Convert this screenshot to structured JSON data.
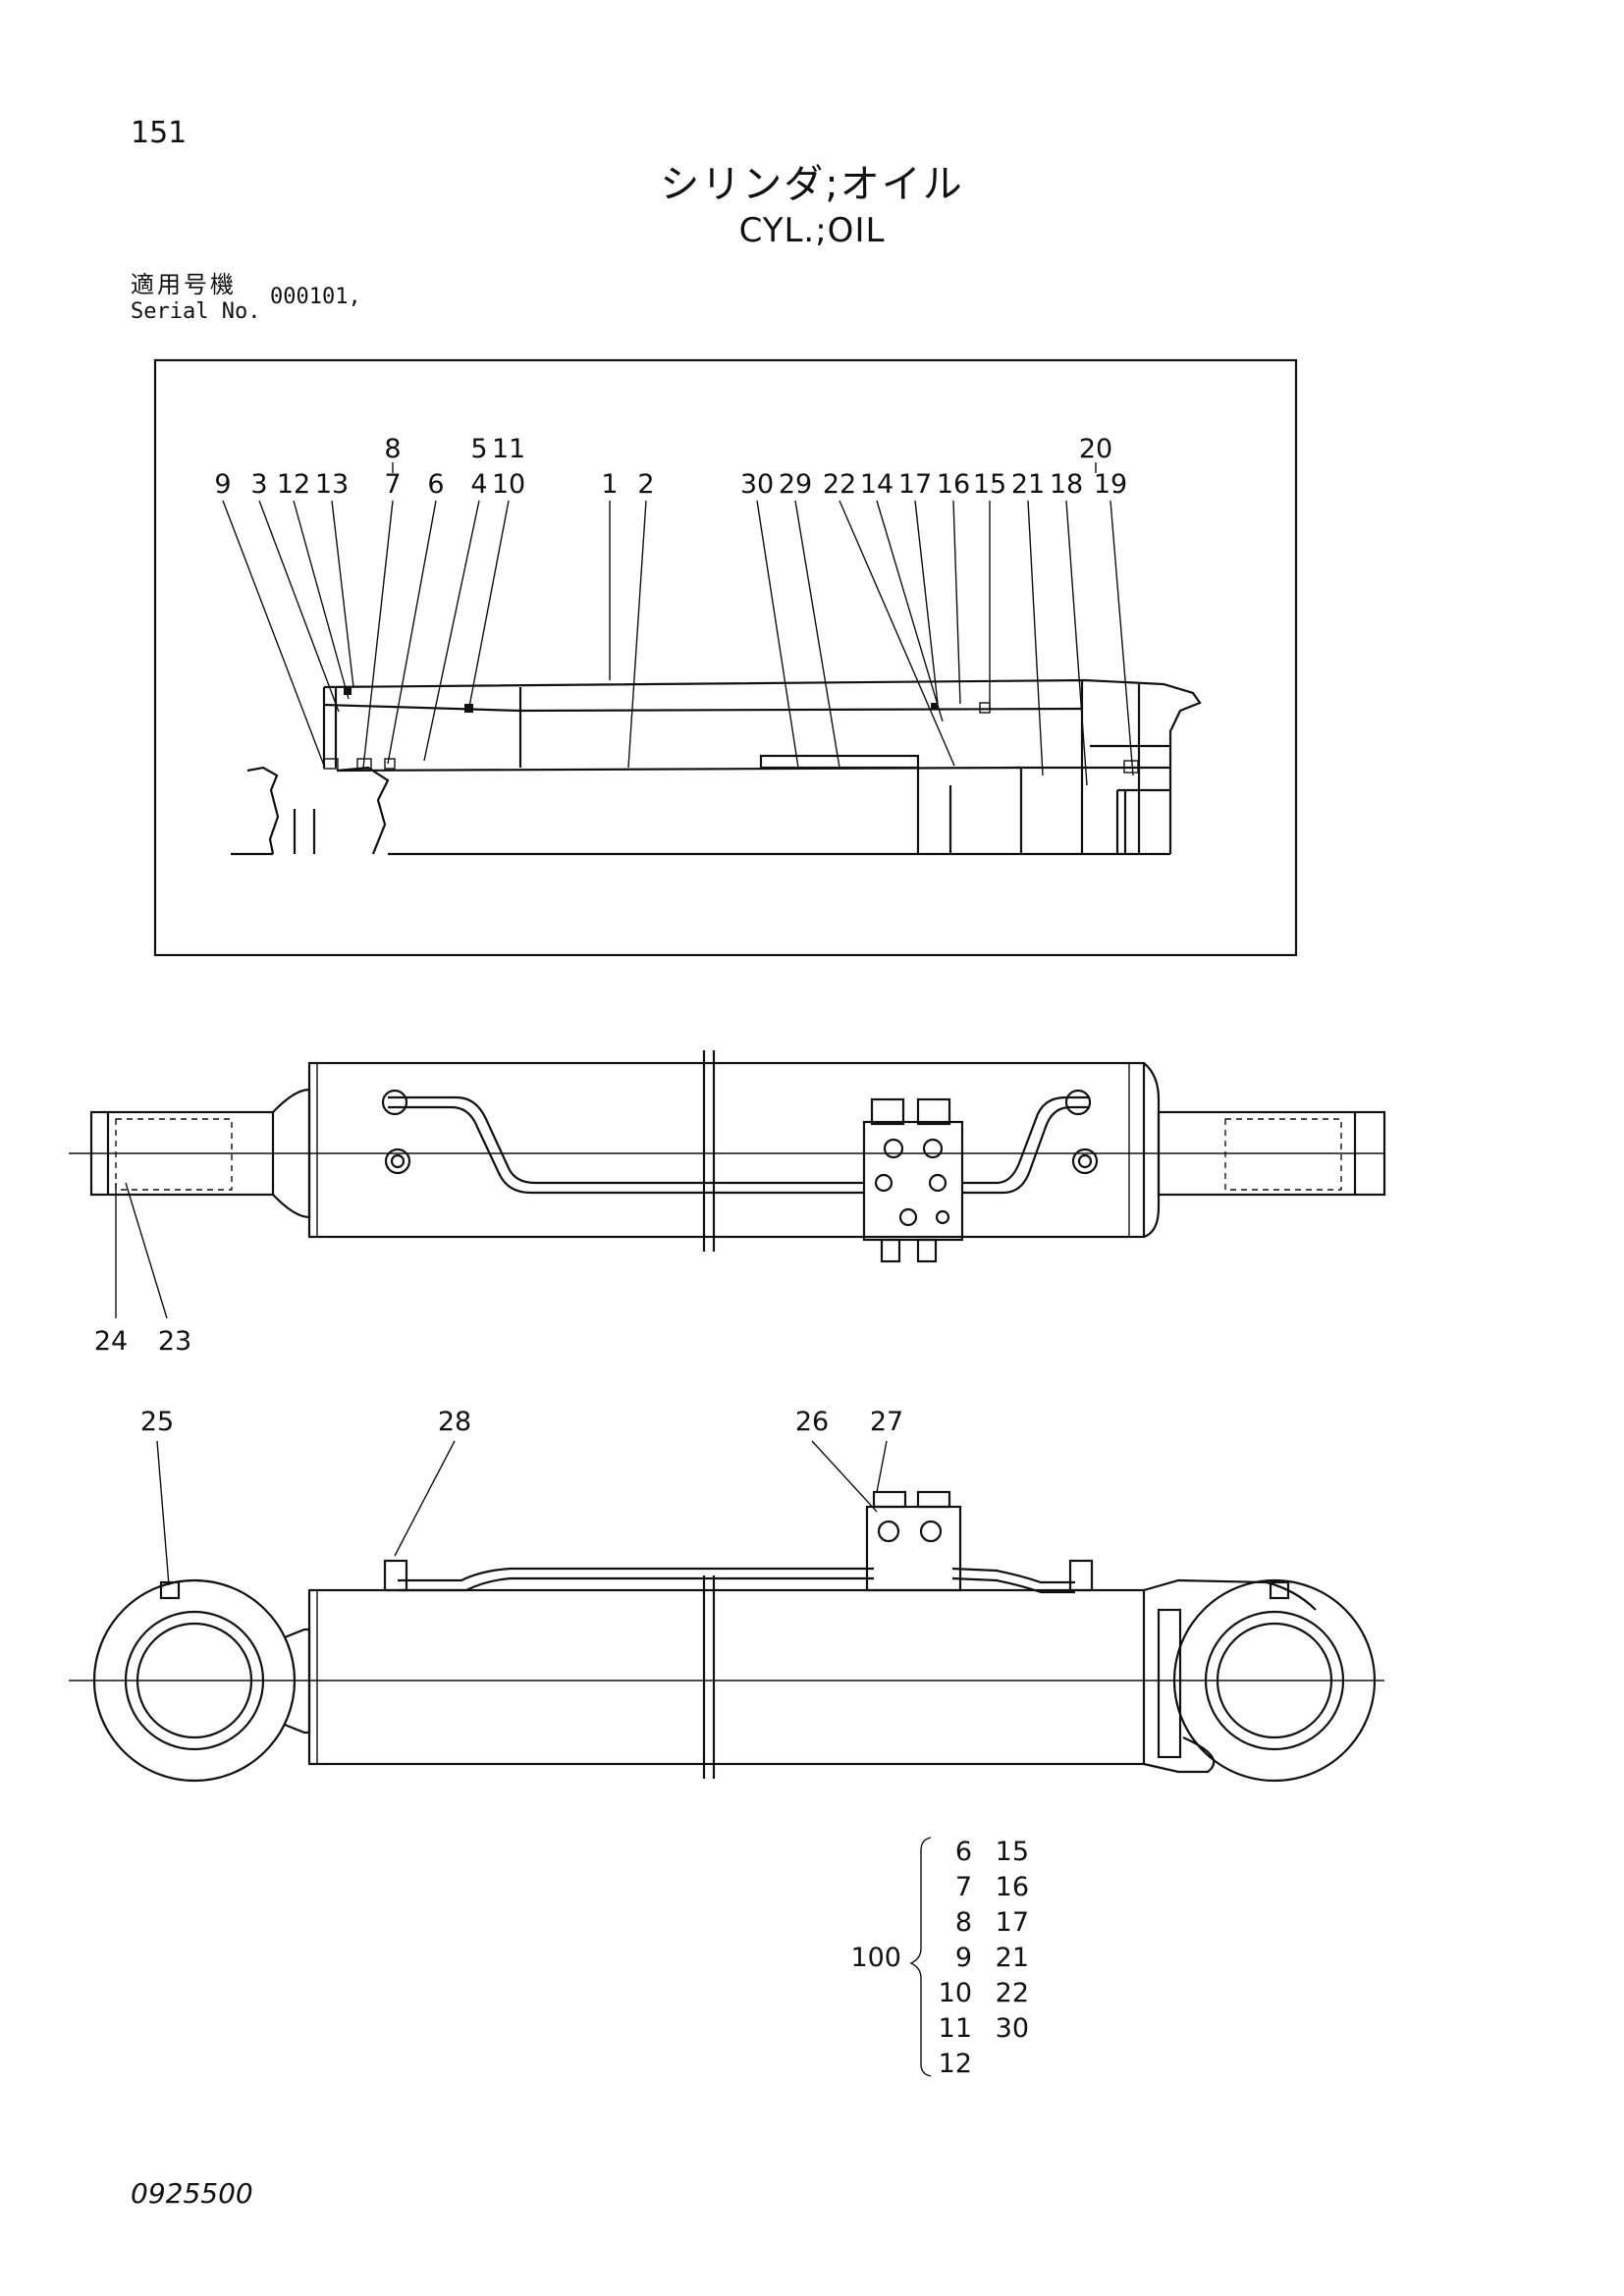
{
  "page_number": "151",
  "title_jp": "シリンダ;オイル",
  "title_en": "CYL.;OIL",
  "serial": {
    "label_jp": "適用号機",
    "label_en": "Serial No.",
    "value": "000101,"
  },
  "detail_callouts": [
    "9",
    "3",
    "12",
    "13",
    "8",
    "7",
    "6",
    "5",
    "4",
    "11",
    "10",
    "1",
    "2",
    "30",
    "29",
    "22",
    "14",
    "17",
    "16",
    "15",
    "21",
    "18",
    "20",
    "19"
  ],
  "side_view_callouts": [
    "24",
    "23"
  ],
  "bottom_view_callouts": [
    "25",
    "28",
    "26",
    "27"
  ],
  "kit": {
    "label": "100",
    "items_col1": [
      "6",
      "7",
      "8",
      "9",
      "10",
      "11",
      "12"
    ],
    "items_col2": [
      "15",
      "16",
      "17",
      "21",
      "22",
      "30"
    ]
  },
  "footer_code": "0925500"
}
